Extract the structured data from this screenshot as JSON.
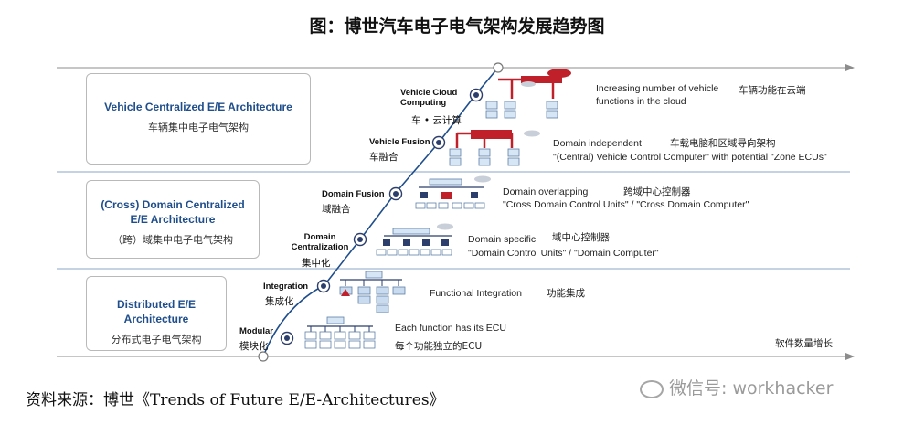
{
  "title": "图：博世汽车电子电气架构发展趋势图",
  "stages": [
    {
      "en": "Vehicle Centralized E/E Architecture",
      "zh": "车辆集中电子电气架构"
    },
    {
      "en": "(Cross) Domain Centralized E/E Architecture",
      "zh": "（跨）域集中电子电气架构"
    },
    {
      "en": "Distributed E/E Architecture",
      "zh": "分布式电子电气架构"
    }
  ],
  "steps": [
    {
      "en": "Vehicle Cloud Computing",
      "zh": "车 • 云计算",
      "desc_en": "Increasing number of vehicle functions in the cloud",
      "desc_zh": "车辆功能在云端"
    },
    {
      "en": "Vehicle Fusion",
      "zh": "车融合",
      "desc_en_1": "Domain independent",
      "desc_zh": "车载电脑和区域导向架构",
      "desc_en_2": "\"(Central) Vehicle Control Computer\" with potential \"Zone ECUs\""
    },
    {
      "en": "Domain Fusion",
      "zh": "域融合",
      "desc_en_1": "Domain overlapping",
      "desc_zh": "跨域中心控制器",
      "desc_en_2": "\"Cross Domain Control Units\" / \"Cross Domain Computer\""
    },
    {
      "en": "Domain Centralization",
      "zh": "集中化",
      "desc_en_1": "Domain specific",
      "desc_zh": "域中心控制器",
      "desc_en_2": "\"Domain Control Units\" / \"Domain Computer\""
    },
    {
      "en": "Integration",
      "zh": "集成化",
      "desc_en": "Functional Integration",
      "desc_zh": "功能集成"
    },
    {
      "en": "Modular",
      "zh": "模块化",
      "desc_en": "Each function has its ECU",
      "desc_zh": "每个功能独立的ECU"
    }
  ],
  "x_axis_label": "软件数量增长",
  "source": "资料来源：博世《Trends of Future E/E-Architectures》",
  "watermark": "微信号: workhacker",
  "colors": {
    "blue": "#1f4e8c",
    "red": "#c0202a",
    "light_blue": "#d7e6f5",
    "node": "#2c3e6b"
  }
}
